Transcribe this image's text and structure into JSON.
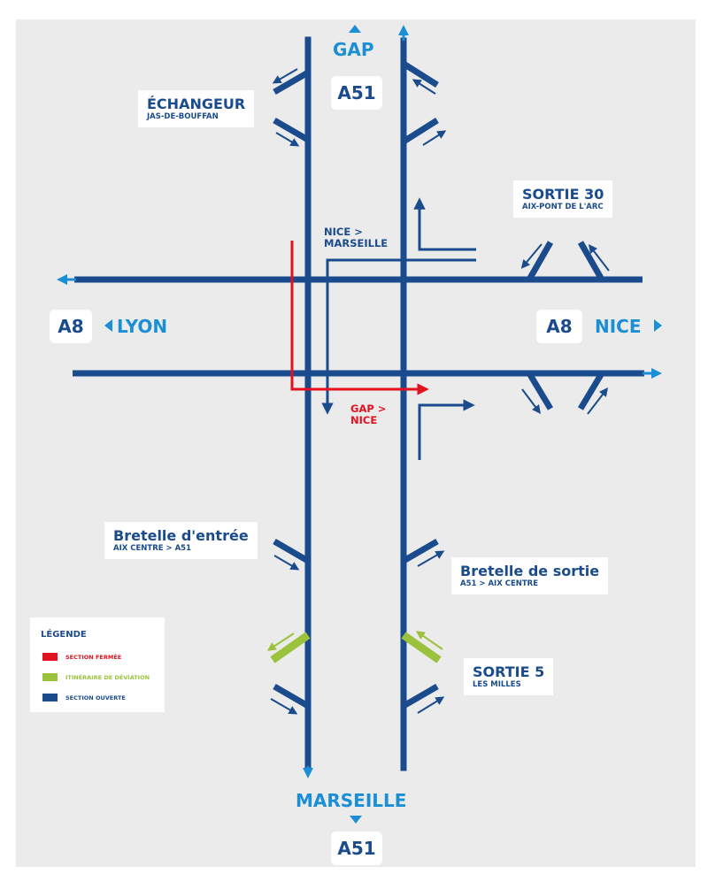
{
  "colors": {
    "open": "#1a4b8c",
    "closed": "#e3121f",
    "detour": "#9ac23c",
    "city": "#1a8fd6",
    "background": "#ebebeb"
  },
  "roads": {
    "a51_top": "A51",
    "a51_bottom": "A51",
    "a8_left": "A8",
    "a8_right": "A8"
  },
  "cities": {
    "north": "GAP",
    "south": "MARSEILLE",
    "west": "LYON",
    "east": "NICE"
  },
  "icons": {
    "north": "arrow-up-icon",
    "south": "arrow-down-icon",
    "west": "arrow-left-icon",
    "east": "arrow-right-icon"
  },
  "labels": {
    "echangeur": {
      "title": "ÉCHANGEUR",
      "subtitle": "JAS-DE-BOUFFAN"
    },
    "sortie30": {
      "title": "SORTIE 30",
      "subtitle": "AIX-PONT DE L'ARC"
    },
    "bretelle_entree": {
      "title": "Bretelle d'entrée",
      "subtitle": "AIX CENTRE > A51"
    },
    "bretelle_sortie": {
      "title": "Bretelle de sortie",
      "subtitle": "A51 > AIX CENTRE"
    },
    "sortie5": {
      "title": "SORTIE 5",
      "subtitle": "LES MILLES"
    }
  },
  "directions": {
    "nice_marseille": {
      "line1": "NICE >",
      "line2": "MARSEILLE"
    },
    "gap_nice": {
      "line1": "GAP >",
      "line2": "NICE"
    }
  },
  "legend": {
    "title": "LÉGENDE",
    "items": [
      {
        "label": "SECTION FERMÉE",
        "color": "#e3121f"
      },
      {
        "label": "ITINÉRAIRE DE DÉVIATION",
        "color": "#9ac23c"
      },
      {
        "label": "SECTION OUVERTE",
        "color": "#1a4b8c"
      }
    ]
  }
}
